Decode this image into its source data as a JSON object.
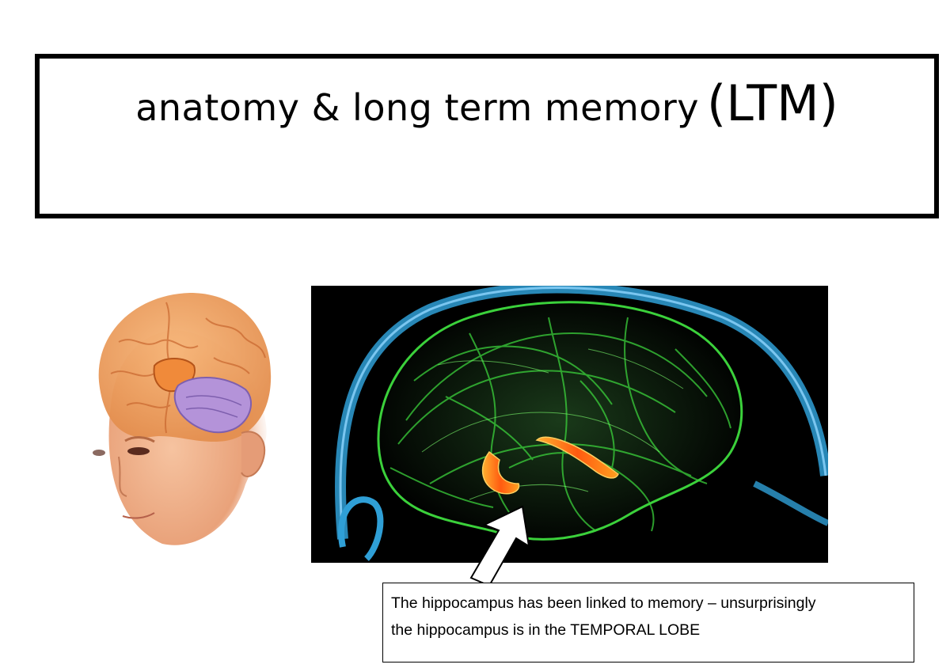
{
  "title": {
    "main": "anatomy & long term memory",
    "abbreviation": "(LTM)"
  },
  "images": {
    "head_illustration": "head-brain-illustration",
    "brain_scan": "glowing-brain-hippocampus-scan"
  },
  "caption": {
    "line1": "The hippocampus has been linked to memory – unsurprisingly",
    "line2": "the hippocampus is in the TEMPORAL LOBE"
  },
  "colors": {
    "title_border": "#000000",
    "brain_green": "#3bd13b",
    "skull_blue": "#2f9fd6",
    "hippocampus_orange": "#ff6a10",
    "skin": "#e9a27a"
  }
}
